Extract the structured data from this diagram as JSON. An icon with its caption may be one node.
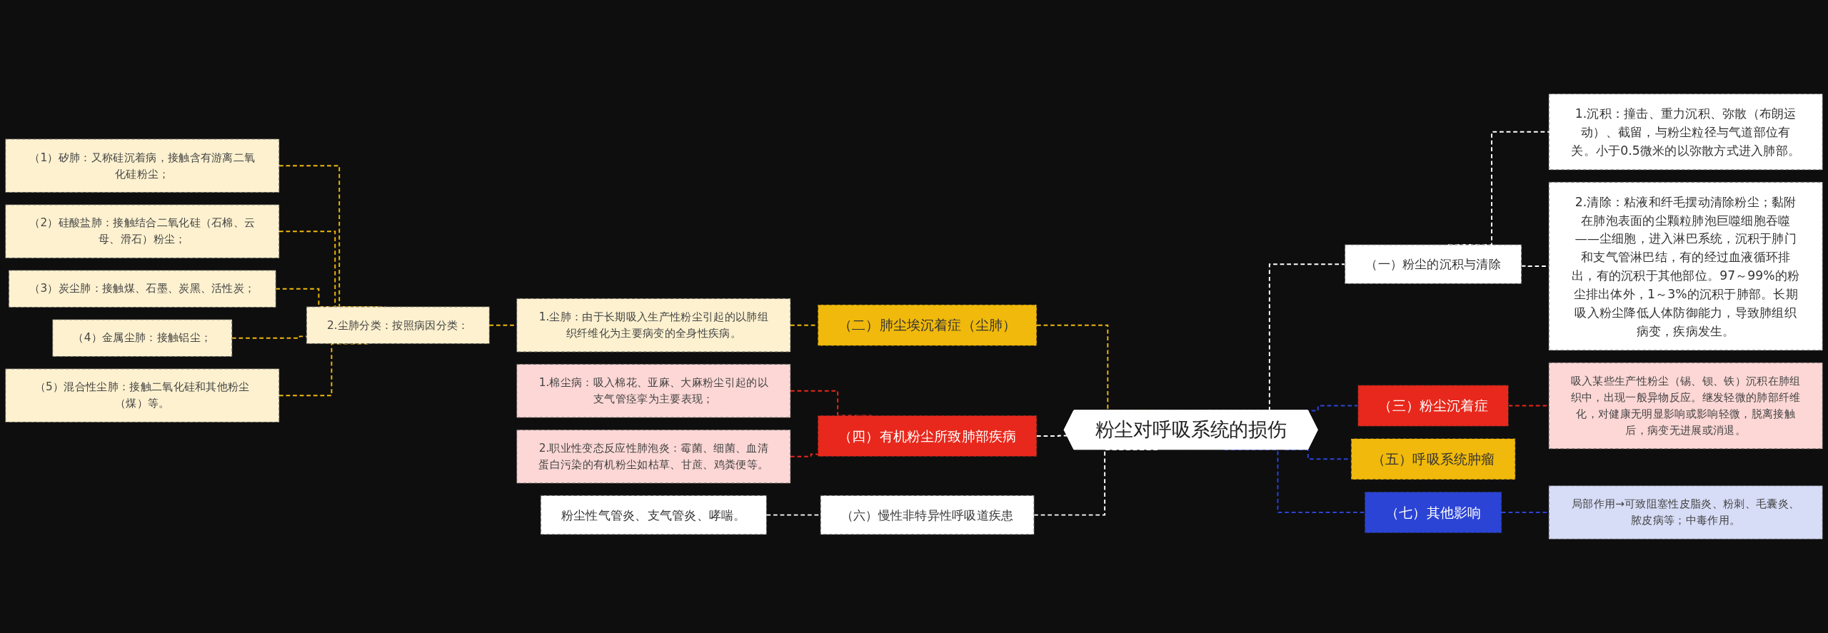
{
  "diagram": {
    "nodes": [
      {
        "text": [
          "粉尘对呼吸系统的损伤"
        ]
      },
      {
        "text": [
          "（二）肺尘埃沉着症（尘肺）"
        ]
      },
      {
        "text": [
          "1.尘肺：由于长期吸入生产性粉尘引起的以肺组织纤维化为主要病变的全身性疾病。"
        ]
      },
      {
        "text": [
          "2.尘肺分类：按照病因分类："
        ]
      },
      {
        "text": [
          "（1）矽肺：又称硅沉着病，接触含有游离二氧化硅粉尘；"
        ]
      },
      {
        "text": [
          "（2）硅酸盐肺：接触结合二氧化硅（石棉、云母、滑石）粉尘；"
        ]
      },
      {
        "text": [
          "（3）炭尘肺：接触煤、石墨、炭黑、活性炭；"
        ]
      },
      {
        "text": [
          "（4）金属尘肺：接触铝尘；"
        ]
      },
      {
        "text": [
          "（5）混合性尘肺：接触二氧化硅和其他粉尘（煤）等。"
        ]
      },
      {
        "text": [
          "（四）有机粉尘所致肺部疾病"
        ]
      },
      {
        "text": [
          "1.棉尘病：吸入棉花、亚麻、大麻粉尘引起的以支气管痉挛为主要表现；"
        ]
      },
      {
        "text": [
          "2.职业性变态反应性肺泡炎：霉菌、细菌、血清蛋白污染的有机粉尘如枯草、甘蔗、鸡粪便等。"
        ]
      },
      {
        "text": [
          "（六）慢性非特异性呼吸道疾患"
        ]
      },
      {
        "text": [
          "粉尘性气管炎、支气管炎、哮喘。"
        ]
      },
      {
        "text": [
          "（一）粉尘的沉积与清除"
        ]
      },
      {
        "text": [
          "1.沉积：撞击、重力沉积、弥散（布朗运动）、截留，与粉尘粒径与气道部位有关。小于0.5微米的以弥散方式进入肺部。"
        ]
      },
      {
        "text": [
          "2.清除：粘液和纤毛摆动清除粉尘；黏附在肺泡表面的尘颗粒肺泡巨噬细胞吞噬——尘细胞，进入淋巴系统，沉积于肺门和支气管淋巴结，有的经过血液循环排出，有的沉积于其他部位。97～99%的粉尘排出体外，1～3%的沉积于肺部。长期吸入粉尘降低人体防御能力，导致肺组织病变，疾病发生。"
        ]
      },
      {
        "text": [
          "（三）粉尘沉着症"
        ]
      },
      {
        "text": [
          "吸入某些生产性粉尘（锡、钡、铁）沉积在肺组织中，出现一般异物反应。继发轻微的肺部纤维化，对健康无明显影响或影响轻微，脱离接触后，病变无进展或消退。"
        ]
      },
      {
        "text": [
          "（五）呼吸系统肿瘤"
        ]
      },
      {
        "text": [
          "（七）其他影响"
        ]
      },
      {
        "text": [
          "局部作用→可致阻塞性皮脂炎、粉刺、毛囊炎、脓皮病等；中毒作用。"
        ]
      }
    ],
    "edges": [
      {
        "from": 0,
        "to": 1,
        "arrow": "none",
        "style": "dashed",
        "color": "#f0b90b"
      },
      {
        "from": 1,
        "to": 2,
        "arrow": "none",
        "style": "dashed",
        "color": "#f0b90b"
      },
      {
        "from": 2,
        "to": 3,
        "arrow": "none",
        "style": "dashed",
        "color": "#f0b90b"
      },
      {
        "from": 3,
        "to": 4,
        "arrow": "none",
        "style": "dashed",
        "color": "#f0b90b"
      },
      {
        "from": 3,
        "to": 5,
        "arrow": "none",
        "style": "dashed",
        "color": "#f0b90b"
      },
      {
        "from": 3,
        "to": 6,
        "arrow": "none",
        "style": "dashed",
        "color": "#f0b90b"
      },
      {
        "from": 3,
        "to": 7,
        "arrow": "none",
        "style": "dashed",
        "color": "#f0b90b"
      },
      {
        "from": 3,
        "to": 8,
        "arrow": "none",
        "style": "dashed",
        "color": "#f0b90b"
      },
      {
        "from": 0,
        "to": 9,
        "arrow": "none",
        "style": "dashed",
        "color": "#ffffff"
      },
      {
        "from": 9,
        "to": 10,
        "arrow": "none",
        "style": "dashed",
        "color": "#e8281c"
      },
      {
        "from": 9,
        "to": 11,
        "arrow": "none",
        "style": "dashed",
        "color": "#e8281c"
      },
      {
        "from": 0,
        "to": 12,
        "arrow": "none",
        "style": "dashed",
        "color": "#ffffff"
      },
      {
        "from": 12,
        "to": 13,
        "arrow": "none",
        "style": "dashed",
        "color": "#ffffff"
      },
      {
        "from": 0,
        "to": 14,
        "arrow": "none",
        "style": "dashed",
        "color": "#ffffff"
      },
      {
        "from": 14,
        "to": 15,
        "arrow": "none",
        "style": "dashed",
        "color": "#ffffff"
      },
      {
        "from": 14,
        "to": 16,
        "arrow": "none",
        "style": "dashed",
        "color": "#ffffff"
      },
      {
        "from": 0,
        "to": 17,
        "arrow": "none",
        "style": "dashed",
        "color": "#2b44d6"
      },
      {
        "from": 17,
        "to": 18,
        "arrow": "none",
        "style": "dashed",
        "color": "#e8281c"
      },
      {
        "from": 0,
        "to": 19,
        "arrow": "none",
        "style": "dashed",
        "color": "#2b44d6"
      },
      {
        "from": 0,
        "to": 20,
        "arrow": "none",
        "style": "dashed",
        "color": "#2b44d6"
      },
      {
        "from": 20,
        "to": 21,
        "arrow": "none",
        "style": "dashed",
        "color": "#2b44d6"
      }
    ]
  }
}
